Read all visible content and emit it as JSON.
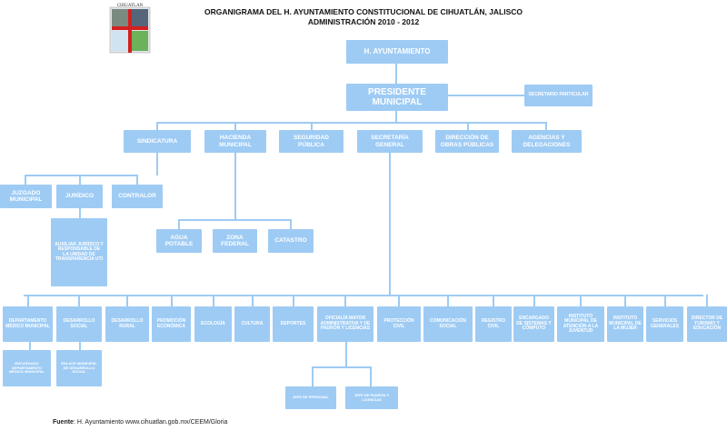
{
  "header": {
    "title_line1": "ORGANIGRAMA DEL H. AYUNTAMIENTO CONSTITUCIONAL DE CIHUATLÁN, JALISCO",
    "title_line2": "ADMINISTRACIÓN 2010 - 2012",
    "logo_text": "CIHUATLAN"
  },
  "top": {
    "ayuntamiento": "H. AYUNTAMIENTO",
    "presidente": "PRESIDENTE MUNICIPAL",
    "secretario_particular": "SECRETARIO PARTICULAR"
  },
  "level2": [
    "SINDICATURA",
    "HACIENDA MUNICIPAL",
    "SEGURIDAD PÚBLICA",
    "SECRETARÍA GENERAL",
    "DIRECCIÓN DE OBRAS PÚBLICAS",
    "AGENCIAS Y DELEGACIONES"
  ],
  "sindicatura": {
    "children": [
      "JUZGADO MUNICIPAL",
      "JURÍDICO",
      "CONTRALOR"
    ],
    "auxiliar": "AUXILIAR JURÍDICO Y RESPONSABLE DE LA UNIDAD DE TRANSPARENCIA UTI"
  },
  "hacienda": {
    "children": [
      "AGUA POTABLE",
      "ZONA FEDERAL",
      "CATASTRO"
    ]
  },
  "secretaria": {
    "children": [
      "DEPARTAMENTO MÉDICO MUNICIPAL",
      "DESARROLLO SOCIAL",
      "DESARROLLO RURAL",
      "PROMOCIÓN ECONÓMICA",
      "ECOLOGÍA",
      "CULTURA",
      "DEPORTES",
      "OFICIALÍA MAYOR ADMINISTRATIVA Y DE PADRÓN Y LICENCIAS",
      "PROTECCIÓN CIVIL",
      "COMUNICACIÓN SOCIAL",
      "REGISTRO CIVIL",
      "ENCARGADO DE SISTEMAS Y CÓMPUTO",
      "INSTITUTO MUNICIPAL DE ATENCIÓN A LA JUVENTUD",
      "INSTITUTO MUNICIPAL DE LA MUJER",
      "SERVICIOS GENERALES",
      "DIRECTOR DE TURISMO Y EDUCACIÓN"
    ],
    "medico_sub": "ENCARGADO DEPARTAMENTO MÉDICO MUNICIPAL",
    "social_sub": "ENLACE MUNICIPAL DE DESARROLLO SOCIAL",
    "oficialia_sub": [
      "JEFE DE PERSONAL",
      "JEFE DE PADRÓN Y LICENCIAS"
    ]
  },
  "footer": {
    "label": "Fuente",
    "text": ": H. Ayuntamiento www.cihuatlan.gob.mx/CEEM/Gloria"
  },
  "colors": {
    "box": "#9ecbf4"
  }
}
